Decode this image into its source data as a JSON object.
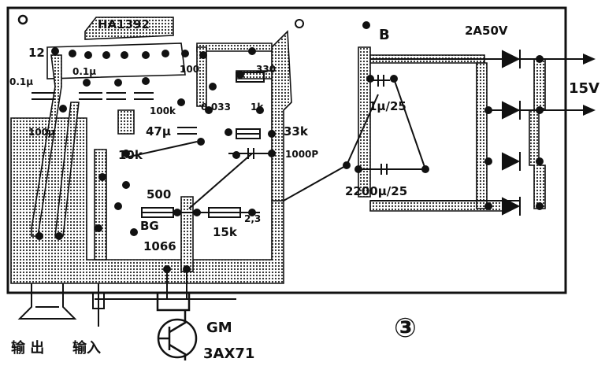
{
  "figure_number": "③",
  "ic_label": "HA1392",
  "bridge_label": "B",
  "rectifier_label": "2A50V",
  "supply_label": "15V",
  "components": {
    "c_12": "12",
    "c_0_1u_left": "0.1μ",
    "c_0_1u_mid": "0.1μ",
    "c_100u": "100μ",
    "c_100": "100",
    "c_330": "330",
    "c_100k": "100k",
    "c_47u": "47μ",
    "c_0_033": "0.033",
    "c_1k": "1k",
    "r_33k": "33k",
    "c_1000p": "1000P",
    "c_1u_25": "1μ/25",
    "c_2200u": "2200μ/25",
    "r_10k": "10k",
    "r_500": "500",
    "r_15k": "15k",
    "c_2_3": "2,3",
    "bg": "BG",
    "d_1066": "1066"
  },
  "transistor": {
    "name": "GM",
    "model": "3AX71"
  },
  "terminals": {
    "output": "输 出",
    "input": "输入"
  }
}
